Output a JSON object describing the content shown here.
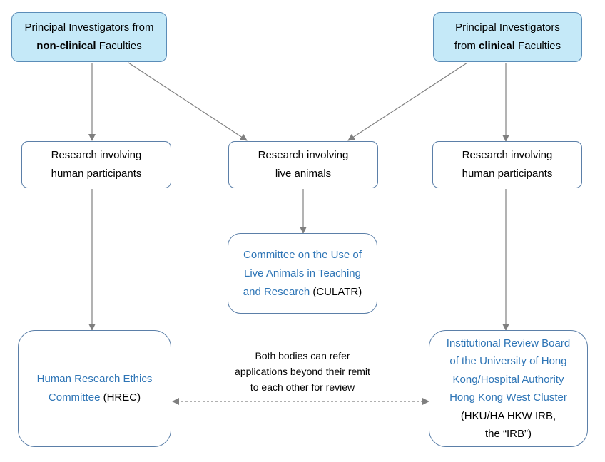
{
  "pi_nonclinical": {
    "line1": "Principal  Investigators from",
    "bold": "non-clinical",
    "rest": " Faculties"
  },
  "pi_clinical": {
    "line1": "Principal  Investigators",
    "prefix": "from ",
    "bold": "clinical",
    "rest": " Faculties"
  },
  "research_human_left": {
    "line1": "Research involving",
    "line2": "human  participants"
  },
  "research_animals": {
    "line1": "Research involving",
    "line2": "live animals"
  },
  "research_human_right": {
    "line1": "Research involving",
    "line2": "human  participants"
  },
  "culatr": {
    "line1": "Committee on the Use of",
    "line2": "Live Animals in Teaching",
    "line3_blue": "and Research",
    "line3_abbr": " (CULATR)"
  },
  "hrec": {
    "line1": "Human  Research Ethics",
    "line2_blue": "Committee",
    "line2_abbr": " (HREC)"
  },
  "irb": {
    "line1": "Institutional  Review  Board",
    "line2": "of the University of Hong",
    "line3": "Kong/Hospital Authority",
    "line4": "Hong Kong West Cluster",
    "line5": "(HKU/HA  HKW  IRB,",
    "line6": "the “IRB”)"
  },
  "referral_note": {
    "line1": "Both bodies can refer",
    "line2": "applications beyond their remit",
    "line3": "to each other for review"
  },
  "colors": {
    "top_fill": "#c5e9f8",
    "committee_text": "#2e75b6",
    "arrow": "#808080"
  }
}
